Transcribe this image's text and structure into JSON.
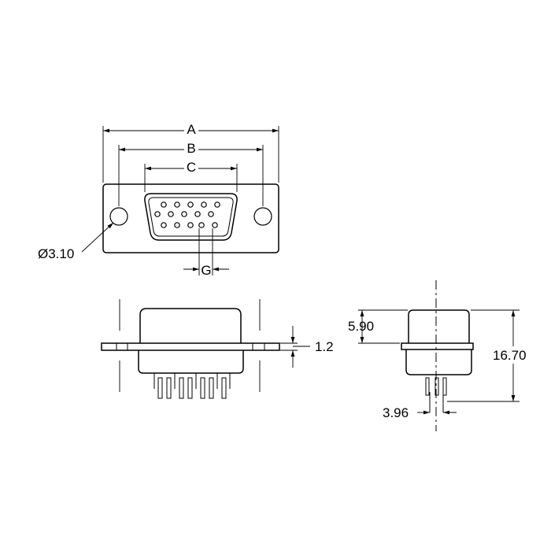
{
  "drawing": {
    "front_view": {
      "dim_a": "A",
      "dim_b": "B",
      "dim_c": "C",
      "dim_g": "G",
      "hole_diameter": "Ø3.10"
    },
    "side_view": {
      "flange_thickness": "1.2"
    },
    "end_view": {
      "shell_height": "5.90",
      "overall_height": "16.70",
      "pin_offset": "3.96"
    }
  }
}
